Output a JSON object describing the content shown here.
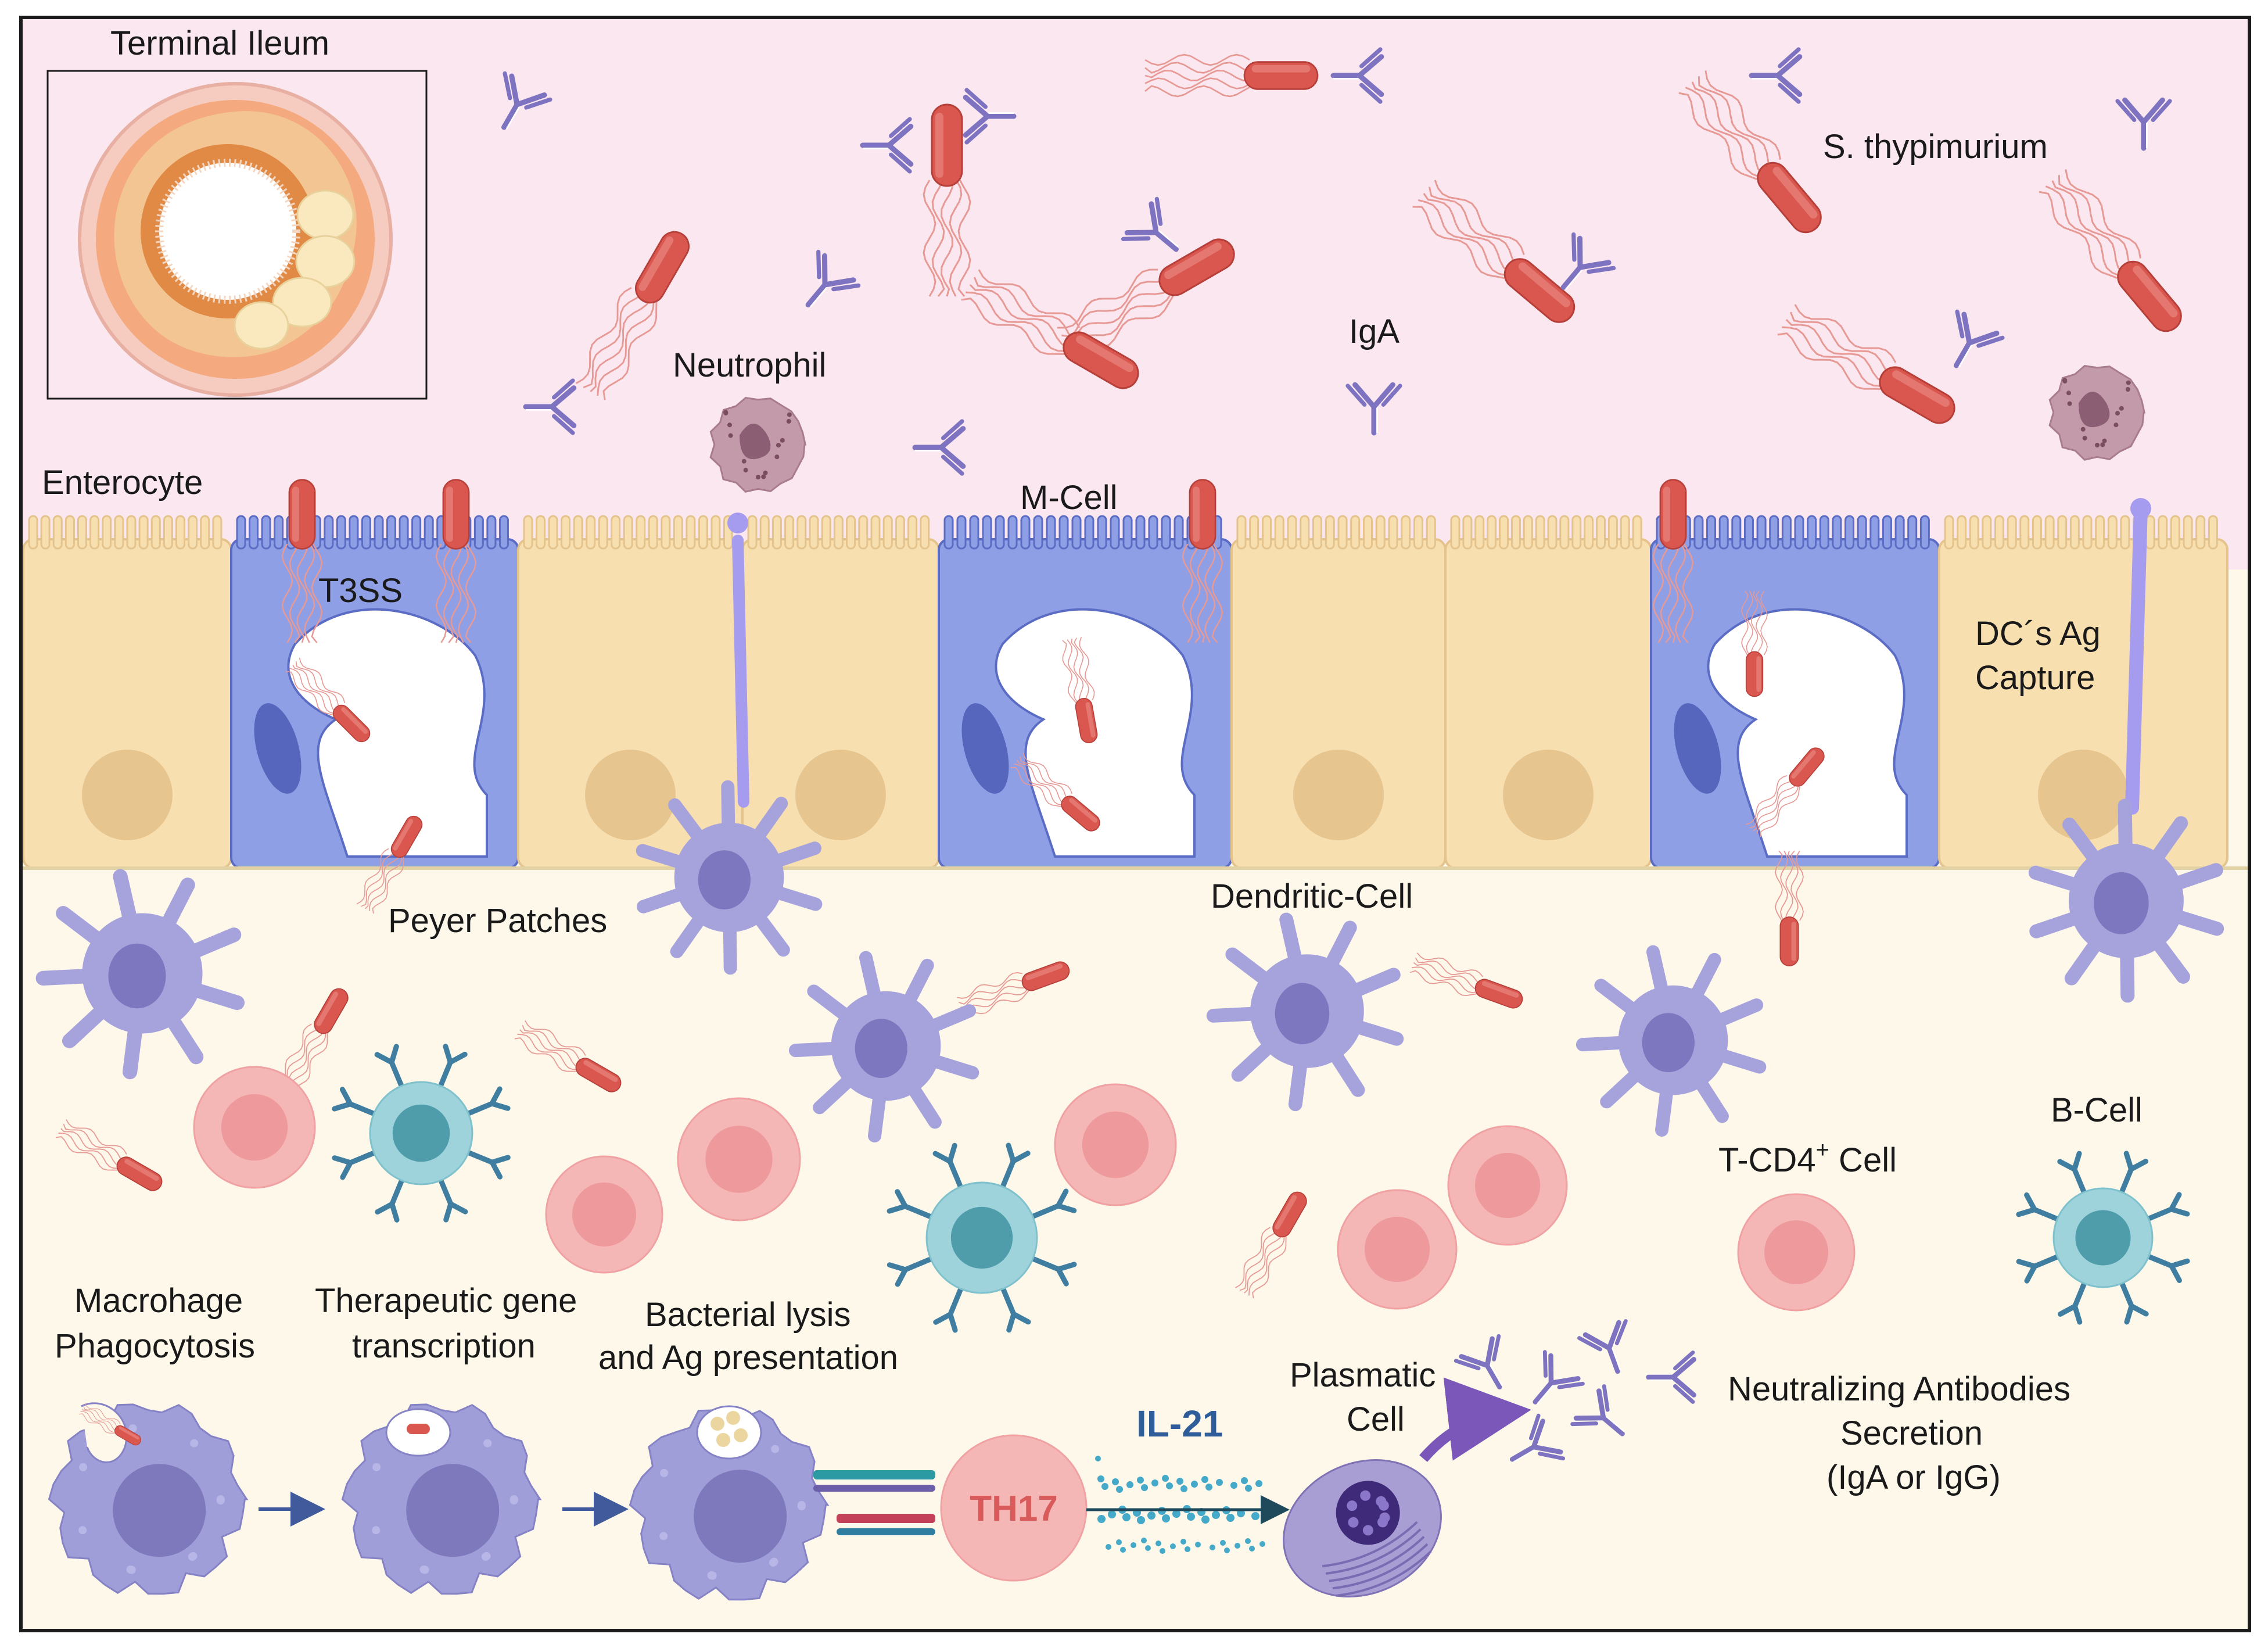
{
  "labels": {
    "terminal_ileum": "Terminal Ileum",
    "s_thypimurium": "S. thypimurium",
    "iga": "IgA",
    "neutrophil": "Neutrophil",
    "enterocyte": "Enterocyte",
    "m_cell": "M-Cell",
    "t3ss": "T3SS",
    "dc_ag_capture_1": "DC´s Ag",
    "dc_ag_capture_2": "Capture",
    "peyer_patches": "Peyer Patches",
    "dendritic_cell": "Dendritic-Cell",
    "b_cell": "B-Cell",
    "t_cd4_cell_prefix": "T-CD4",
    "t_cd4_cell_sup": "+",
    "t_cd4_cell_suffix": " Cell",
    "macrophage_1": "Macrohage",
    "macrophage_2": "Phagocytosis",
    "therapeutic_1": "Therapeutic gene",
    "therapeutic_2": "transcription",
    "lysis_1": "Bacterial lysis",
    "lysis_2": "and Ag presentation",
    "il21": "IL-21",
    "plasmatic_1": "Plasmatic",
    "plasmatic_2": "Cell",
    "neutralizing_1": "Neutralizing Antibodies",
    "neutralizing_2": "Secretion",
    "neutralizing_3": "(IgA or IgG)",
    "th17": "TH17"
  },
  "colors": {
    "lumen": "#fbe7ef",
    "tissue": "#fdf8ea",
    "enterocyte": "#f8dfb0",
    "enterocyte_edge": "#e4c48c",
    "enterocyte_nucleus": "#e6c58f",
    "m_cell": "#8e9fe6",
    "m_cell_edge": "#5b6cc4",
    "m_cell_nucleus": "#5666bd",
    "bacterium": "#d9574f",
    "flagella": "#e79a95",
    "antibody": "#7d73c0",
    "dendritic": "#a6a2dc",
    "dendritic_nucleus": "#7c77bf",
    "dc_sampling": "#a59cf0",
    "red_cell": "#f5b6b6",
    "red_cell_inner": "#ee9a9c",
    "b_cell": "#9fd3dc",
    "b_cell_nucleus": "#4f9dab",
    "b_cell_receptor": "#3f7ea0",
    "macrophage": "#a09ed8",
    "macrophage_nucleus": "#7d79bc",
    "neutrophil": "#c39aa9",
    "plasmatic": "#a99ed4",
    "il21_dots": "#45a9c9",
    "arrow": "#405a9c",
    "border": "#1b1b1b"
  }
}
